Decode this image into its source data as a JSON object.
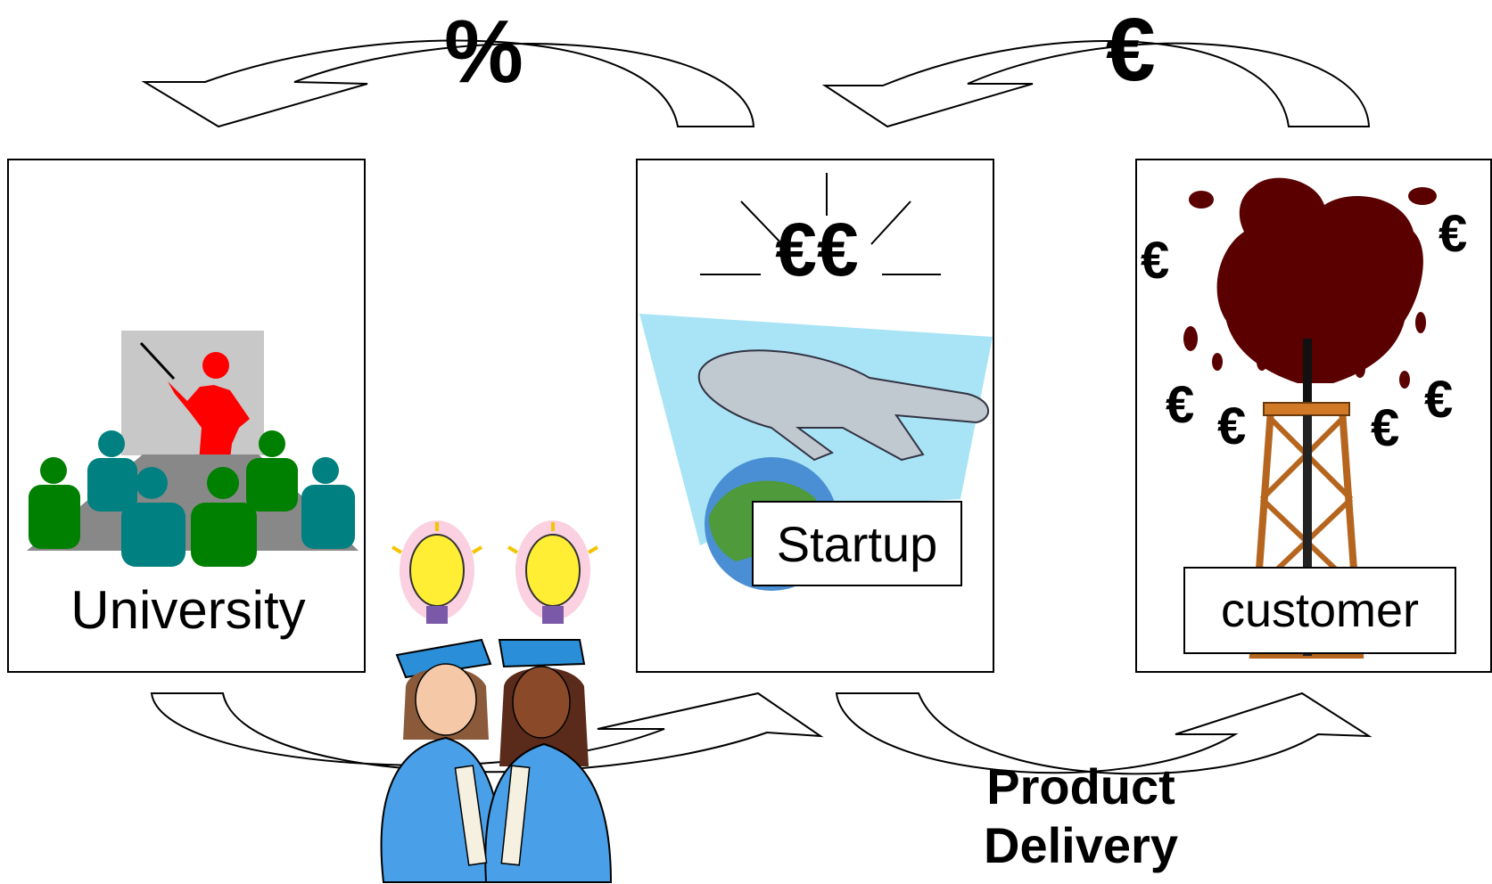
{
  "top_flows": {
    "left_symbol": "%",
    "right_symbol": "€"
  },
  "panels": {
    "university": {
      "label": "University",
      "icon": "lecture-classroom-icon"
    },
    "startup": {
      "label": "Startup",
      "headline": "€€",
      "icon": "airplane-globe-icon"
    },
    "customer": {
      "label": "customer",
      "icon": "oil-derrick-gusher-icon",
      "euro_marks": [
        "€",
        "€",
        "€",
        "€",
        "€",
        "€"
      ]
    }
  },
  "bottom_flows": {
    "graduates_icon": "graduates-with-lightbulbs-icon",
    "product_delivery": {
      "line1": "Product",
      "line2": "Delivery"
    }
  },
  "colors": {
    "presenter": "#ff0000",
    "audience_green": "#008000",
    "audience_teal": "#008080",
    "oil": "#5a0000",
    "sky": "#a8e4f5",
    "gown": "#4a90e2"
  }
}
